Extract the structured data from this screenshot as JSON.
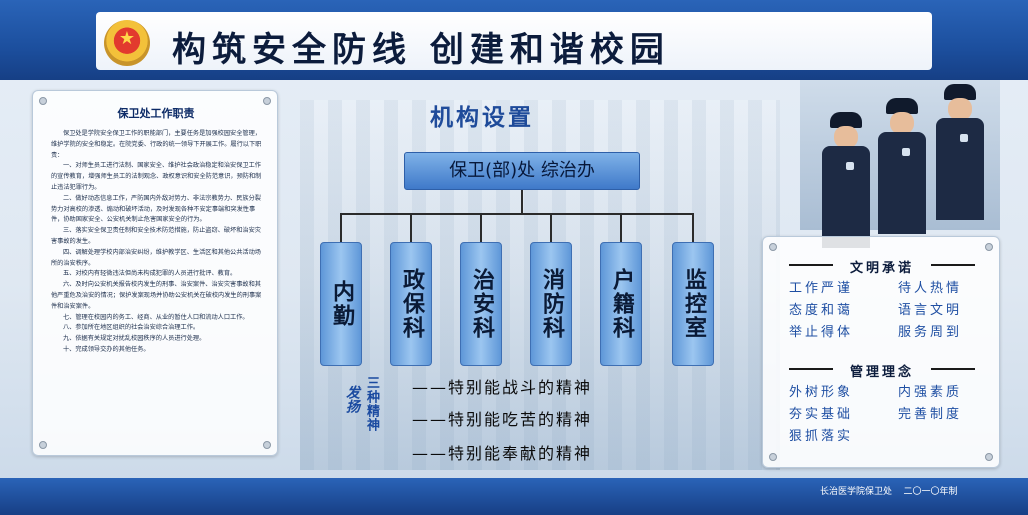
{
  "header": {
    "title": "构筑安全防线    创建和谐校园",
    "emblem_icon": "police-emblem-icon"
  },
  "left_panel": {
    "title": "保卫处工作职责",
    "paragraphs": [
      "保卫处是学院安全保卫工作的职能部门，主要任务是加强校园安全管理，维护学院的安全和稳定。在院党委、行政的统一领导下开展工作。履行以下职责：",
      "一、对师生员工进行法制、国家安全、维护社会政治稳定和治安保卫工作的宣传教育，增强师生员工的法制观念、政权意识和安全防范意识，预防和制止违法犯罪行为。",
      "二、做好动态信息工作，严防国内外敌对势力、非法宗教势力、民族分裂势力对高校的渗透、煽动和破坏活动，及时发现各种不安定事端和突发性事件，协助国家安全、公安机关制止危害国家安全的行为。",
      "三、落实安全保卫责任制和安全技术防范措施，防止盗窃、破坏和治安灾害事故的发生。",
      "四、调解处理学校内部治安纠纷，维护教学区、生活区和其他公共活动场所的治安秩序。",
      "五、对校内有轻微违法但尚未构成犯罪的人员进行批评、教育。",
      "六、及时向公安机关报告校内发生的刑事、治安案件、治安灾害事故和其他严重危及治安的情况；保护发案现场并协助公安机关在破校内发生的刑事案件和治安案件。",
      "七、管理在校园内的务工、经商、从业的暂住人口和流动人口工作。",
      "八、参加所在地区组织的社会治安综合治理工作。",
      "九、依据有关规定对扰乱校园秩序的人员进行处理。",
      "十、完成领导交办的其他任务。"
    ]
  },
  "org": {
    "title": "机构设置",
    "top": "保卫(部)处  综治办",
    "departments": [
      "内勤",
      "政保科",
      "治安科",
      "消防科",
      "户籍科",
      "监控室"
    ]
  },
  "spirit": {
    "verb": "发扬",
    "label": "三种精神",
    "lines": [
      "——特别能战斗的精神",
      "——特别能吃苦的精神",
      "——特别能奉献的精神"
    ]
  },
  "right_panel": {
    "section1_title": "文明承诺",
    "section1_items": [
      "工作严谨",
      "待人热情",
      "态度和蔼",
      "语言文明",
      "举止得体",
      "服务周到"
    ],
    "section2_title": "管理理念",
    "section2_items": [
      "外树形象",
      "内强素质",
      "夯实基础",
      "完善制度",
      "狠抓落实"
    ]
  },
  "footer": {
    "org": "长治医学院保卫处",
    "year": "二〇一〇年制"
  },
  "colors": {
    "band_blue": "#1c4f9e",
    "dept_blue": "#5e97d8",
    "text_blue": "#1f4fa3"
  }
}
